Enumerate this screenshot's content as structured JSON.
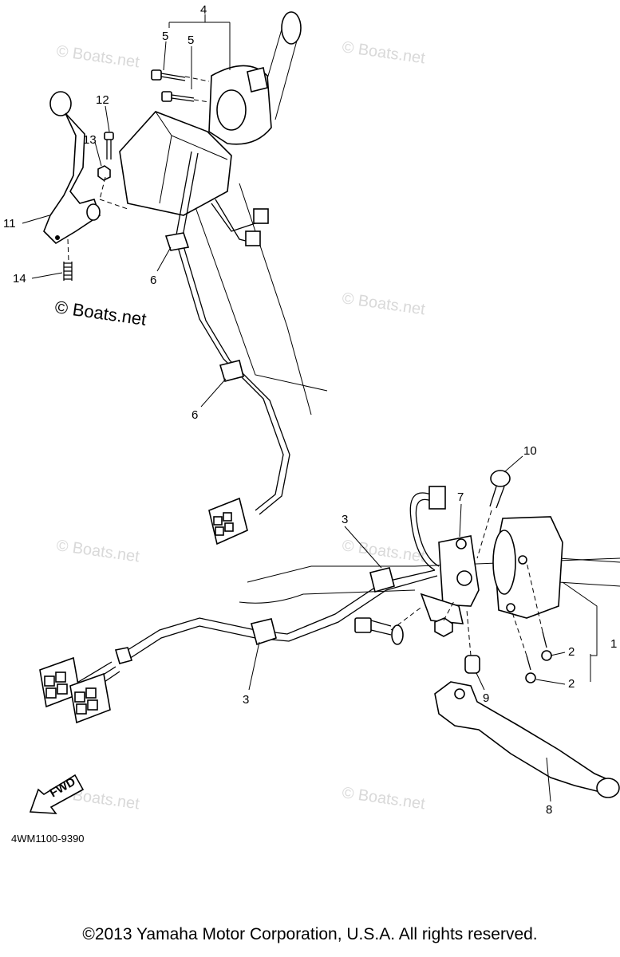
{
  "watermarks": [
    "© Boats.net",
    "© Boats.net",
    "© Boats.net",
    "© Boats.net",
    "© Boats.net",
    "© Boats.net",
    "© Boats.net"
  ],
  "brand_watermark": "© Boats.net",
  "callouts": {
    "c1": "1",
    "c2a": "2",
    "c2b": "2",
    "c3a": "3",
    "c3b": "3",
    "c4": "4",
    "c5a": "5",
    "c5b": "5",
    "c6a": "6",
    "c6b": "6",
    "c7": "7",
    "c8": "8",
    "c9": "9",
    "c10": "10",
    "c11": "11",
    "c12": "12",
    "c13": "13",
    "c14": "14"
  },
  "fwd_label": "FWD",
  "diagram_code": "4WM1100-9390",
  "copyright": "©2013 Yamaha Motor Corporation, U.S.A. All rights reserved."
}
